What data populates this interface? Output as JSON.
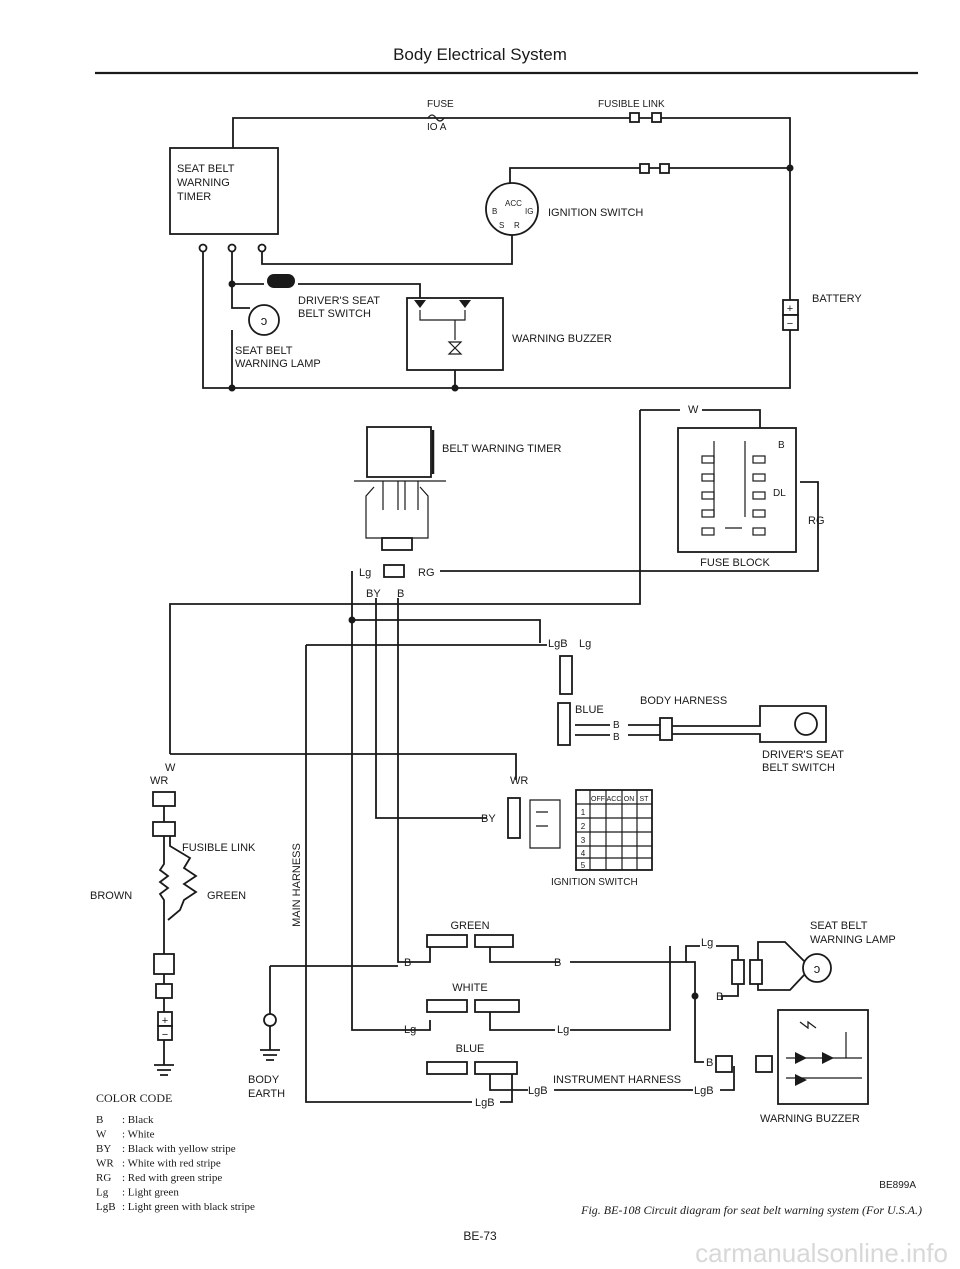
{
  "header": {
    "title": "Body Electrical System"
  },
  "schematic": {
    "fuse_label": "FUSE",
    "fuse_rating": "IO A",
    "fusible_link": "FUSIBLE LINK",
    "timer_label": [
      "SEAT BELT",
      "WARNING",
      "TIMER"
    ],
    "ignition_switch": "IGNITION SWITCH",
    "ign_acc": "ACC",
    "ign_b": "B",
    "ign_ig": "IG",
    "ign_s": "S",
    "ign_r": "R",
    "battery": "BATTERY",
    "driver_switch": [
      "DRIVER'S SEAT",
      "BELT SWITCH"
    ],
    "lamp": [
      "SEAT BELT",
      "WARNING LAMP"
    ],
    "buzzer": "WARNING BUZZER"
  },
  "harness": {
    "belt_timer": "BELT WARNING TIMER",
    "fuse_block": "FUSE BLOCK",
    "fuse_b": "B",
    "fuse_dl": "DL",
    "w_top": "W",
    "rg_right": "RG",
    "lg": "Lg",
    "rg": "RG",
    "by": "BY",
    "b": "B",
    "lgb": "LgB",
    "body_harness": "BODY HARNESS",
    "blue": "BLUE",
    "driver_switch": [
      "DRIVER'S SEAT",
      "BELT SWITCH"
    ],
    "w_left": "W",
    "wr_left": "WR",
    "wr_mid": "WR",
    "fusible_link": "FUSIBLE LINK",
    "brown": "BROWN",
    "green": "GREEN",
    "main_harness": "MAIN HARNESS",
    "ign_table_header": [
      "OFF",
      "ACC",
      "ON",
      "ST"
    ],
    "ign_table_rows": [
      "1",
      "2",
      "3",
      "4",
      "5"
    ],
    "ignition_switch": "IGNITION SWITCH",
    "green_conn": "GREEN",
    "white_conn": "WHITE",
    "blue_conn": "BLUE",
    "instrument_harness": "INSTRUMENT HARNESS",
    "seat_belt_lamp": [
      "SEAT BELT",
      "WARNING LAMP"
    ],
    "warning_buzzer": "WARNING BUZZER",
    "body_earth": [
      "BODY",
      "EARTH"
    ]
  },
  "color_code": {
    "title": "COLOR CODE",
    "entries": [
      {
        "code": "B",
        "desc": ": Black"
      },
      {
        "code": "W",
        "desc": ": White"
      },
      {
        "code": "BY",
        "desc": ": Black with yellow stripe"
      },
      {
        "code": "WR",
        "desc": ": White with red stripe"
      },
      {
        "code": "RG",
        "desc": ": Red with green stripe"
      },
      {
        "code": "Lg",
        "desc": ": Light green"
      },
      {
        "code": "LgB",
        "desc": ": Light green with black stripe"
      }
    ]
  },
  "figure": {
    "ref": "BE899A",
    "caption": "Fig. BE-108  Circuit diagram for seat belt warning system (For U.S.A.)",
    "page_number": "BE-73"
  },
  "watermark": "carmanualsonline.info"
}
